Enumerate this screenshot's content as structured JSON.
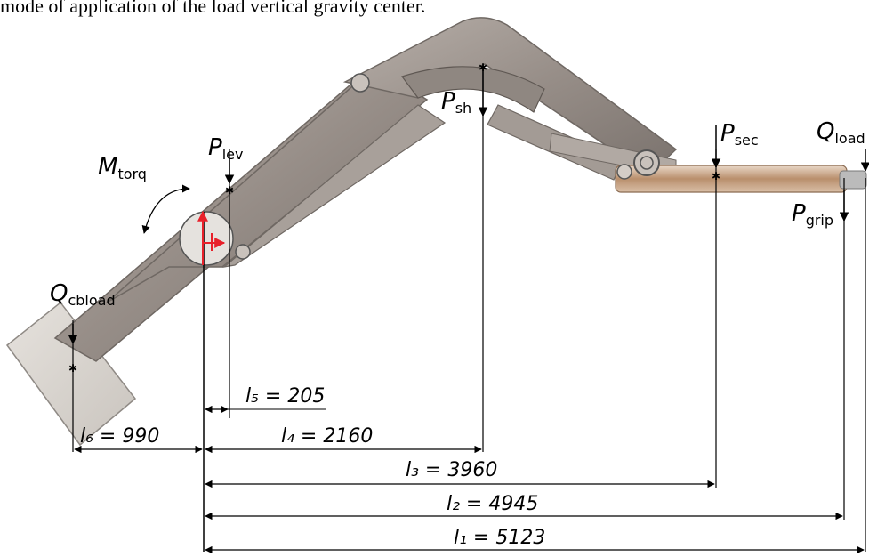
{
  "caption": "mode of application of the load vertical gravity center.",
  "forces": {
    "p_lev": {
      "symbol": "P",
      "sub": "lev"
    },
    "p_sh": {
      "symbol": "P",
      "sub": "sh"
    },
    "p_sec": {
      "symbol": "P",
      "sub": "sec"
    },
    "q_load": {
      "symbol": "Q",
      "sub": "load"
    },
    "p_grip": {
      "symbol": "P",
      "sub": "grip"
    },
    "m_torq": {
      "symbol": "M",
      "sub": "torq"
    },
    "q_cbload": {
      "symbol": "Q",
      "sub": "cbload"
    }
  },
  "dimensions": {
    "l5": "l₅ = 205",
    "l6": "l₆ = 990",
    "l4": "l₄ = 2160",
    "l3": "l₃ = 3960",
    "l2": "l₂ = 4945",
    "l1": "l₁ = 5123"
  },
  "colors": {
    "boom": "#9d948e",
    "boom_dark": "#6f6863",
    "counterweight": "#d8d4cf",
    "rod": "#c9a88a",
    "axis_red": "#e8202a"
  }
}
